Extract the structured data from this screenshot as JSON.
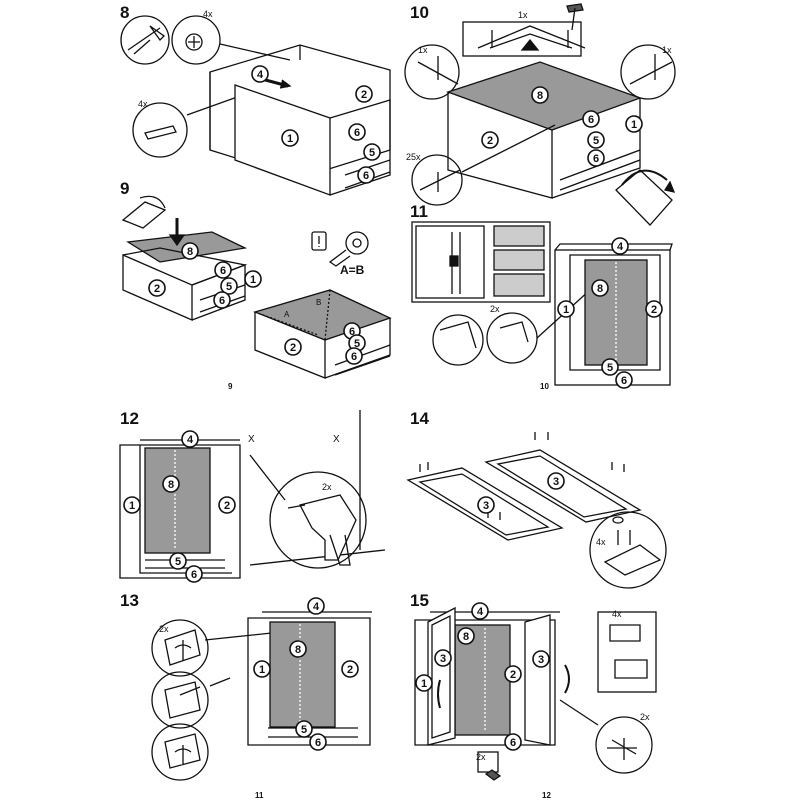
{
  "steps": {
    "s8": "8",
    "s9": "9",
    "s10": "10",
    "s11": "11",
    "s12": "12",
    "s13": "13",
    "s14": "14",
    "s15": "15"
  },
  "page_numbers": {
    "p1": "9",
    "p2": "10",
    "p3": "11",
    "p4": "12"
  },
  "qty": {
    "q4x": "4x",
    "q4x_b": "4x",
    "q2x_13": "2x",
    "q1x_top": "1x",
    "q1x_l": "1x",
    "q1x_r": "1x",
    "q25x": "25x",
    "q2x_11": "2x",
    "q2x_12": "2x",
    "q4x_14": "4x",
    "q4x_15": "4x",
    "q2x_15a": "2x",
    "q2x_15b": "2x"
  },
  "parts": {
    "n1": "1",
    "n2": "2",
    "n3": "3",
    "n4": "4",
    "n5": "5",
    "n6": "6",
    "n8": "8"
  },
  "measure": {
    "a": "A",
    "b": "B",
    "eq": "A=B"
  },
  "marks": {
    "x": "X"
  },
  "icons": [
    "screw-icon",
    "cam-lock-icon",
    "dowel-icon",
    "nail-icon",
    "hammer-icon",
    "drill-icon",
    "tape-measure-icon",
    "hinge-icon",
    "handle-icon",
    "exclamation-icon"
  ]
}
